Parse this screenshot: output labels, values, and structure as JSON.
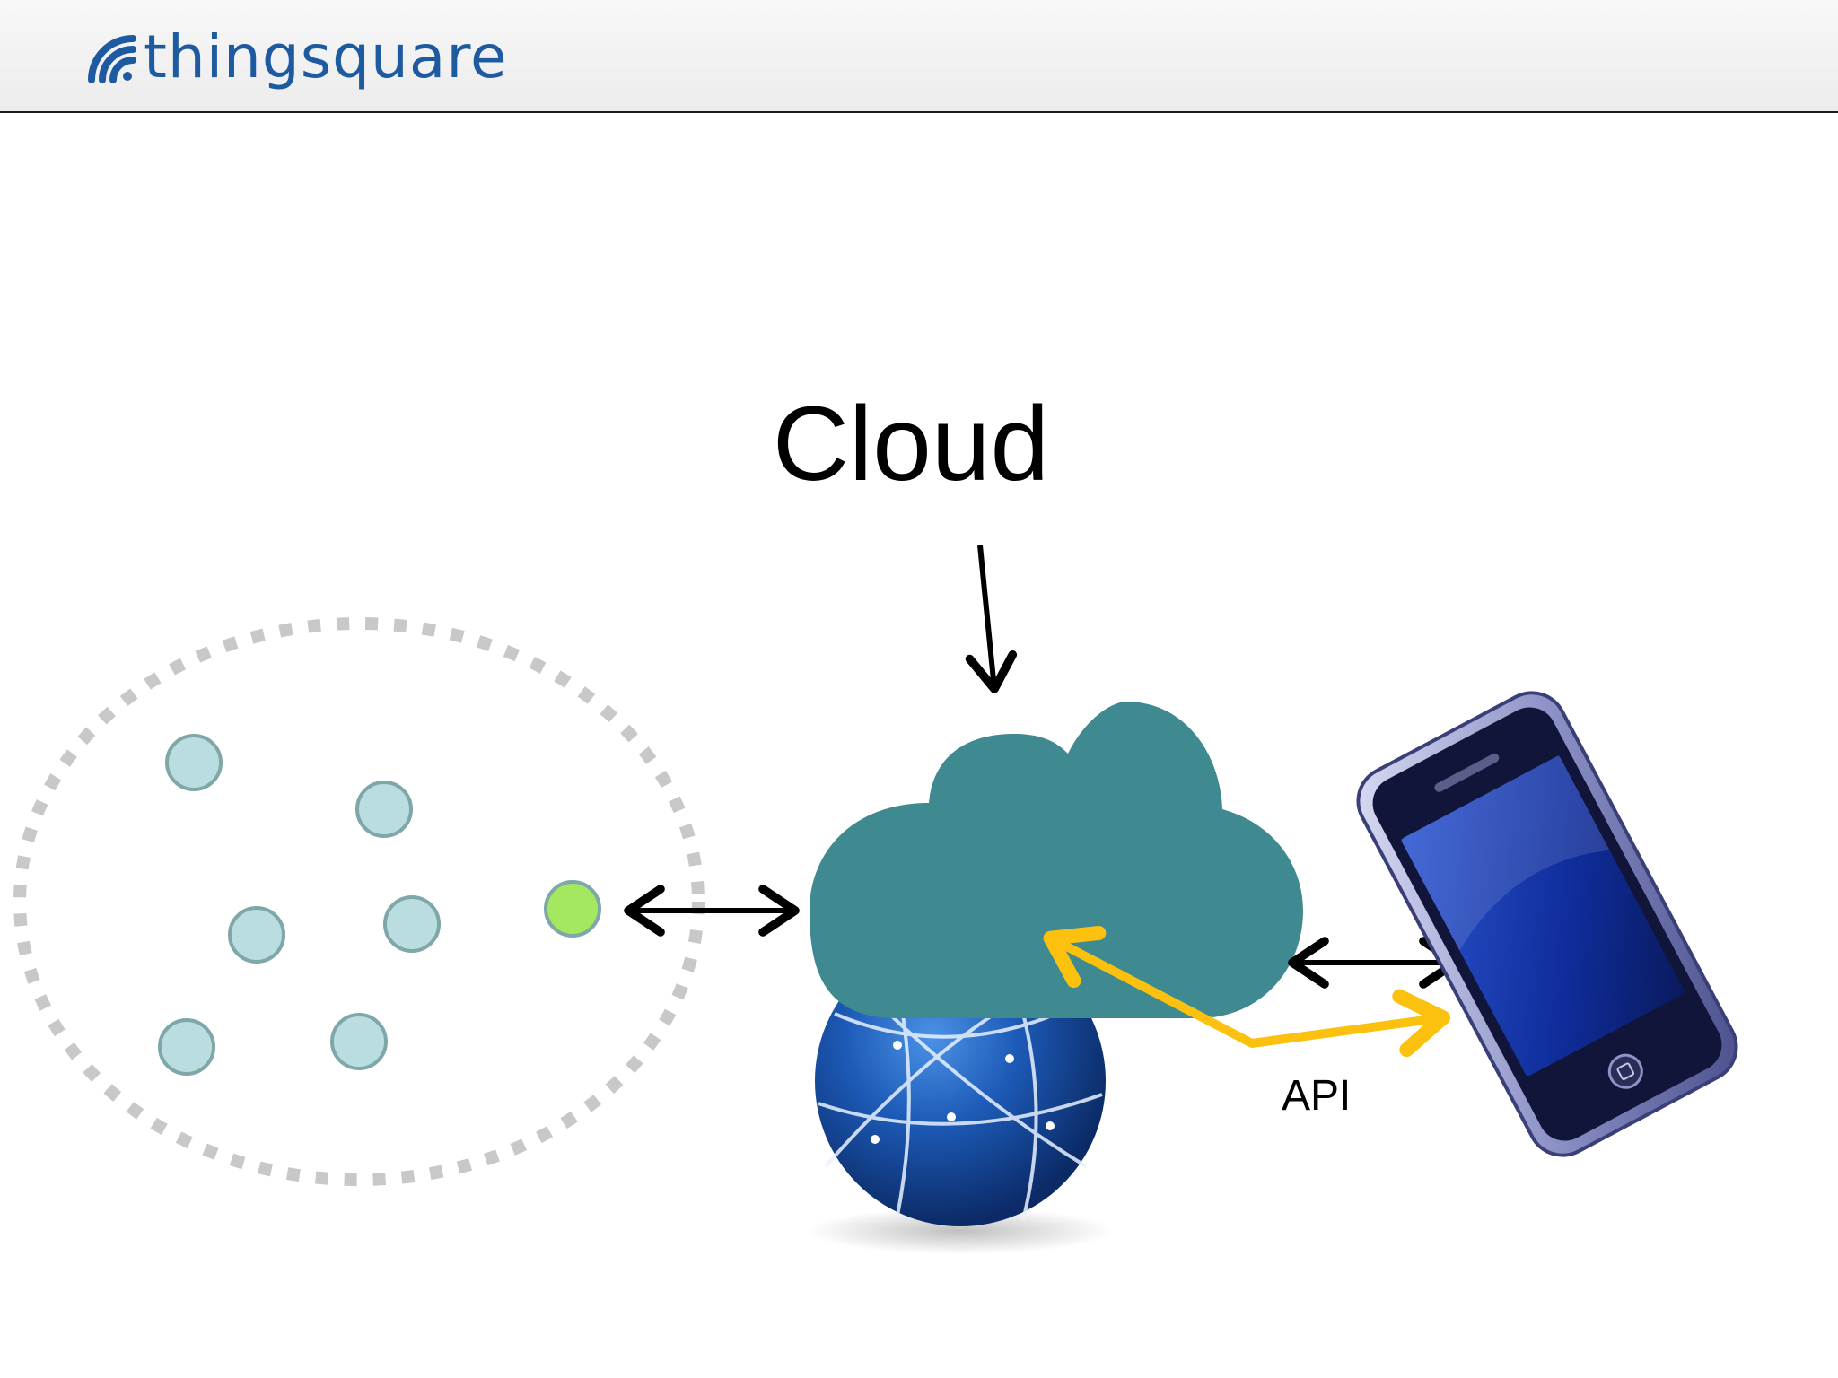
{
  "header": {
    "logo_text": "thingsquare",
    "brand_color": "#1e5aa0"
  },
  "diagram": {
    "cloud_label": "Cloud",
    "api_label": "API",
    "colors": {
      "cloud": "#3e8a90",
      "node": "#b9dde0",
      "node_border": "#7fa7a8",
      "gateway_node": "#a3e85f",
      "api_arrow": "#fcc10f",
      "network_boundary": "#c8c8c8"
    },
    "icons": {
      "internet": "globe-icon",
      "device": "smartphone-icon"
    }
  }
}
